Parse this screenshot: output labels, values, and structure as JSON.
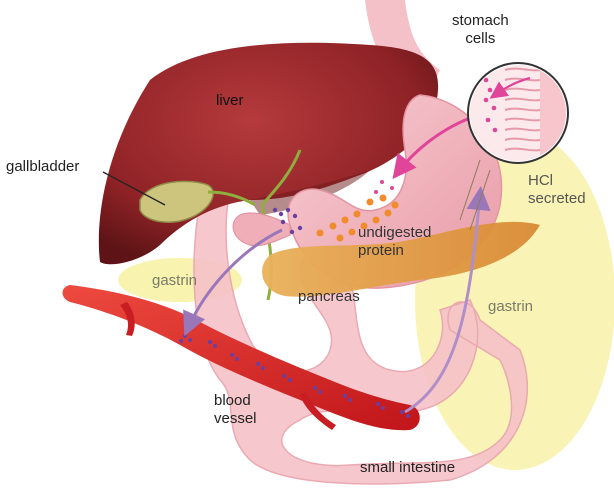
{
  "diagram": {
    "labels": {
      "stomach_cells_1": "stomach",
      "stomach_cells_2": "cells",
      "liver": "liver",
      "gallbladder": "gallbladder",
      "hcl_1": "HCl",
      "hcl_2": "secreted",
      "undigested_1": "undigested",
      "undigested_2": "protein",
      "gastrin_left": "gastrin",
      "gastrin_right": "gastrin",
      "pancreas": "pancreas",
      "blood_1": "blood",
      "blood_2": "vessel",
      "small_intestine": "small intestine"
    },
    "colors": {
      "liver": "#8e2226",
      "gallbladder": "#c9c27a",
      "pancreas": "#e8a54a",
      "stomach": "#f3b6c0",
      "intestine": "#f6c3c8",
      "highlight": "#f6ef9a",
      "blood_vessel": "#d81f23",
      "gastrin_arrow": "#7b4ba0",
      "hcl_arrow": "#e0459a"
    }
  }
}
